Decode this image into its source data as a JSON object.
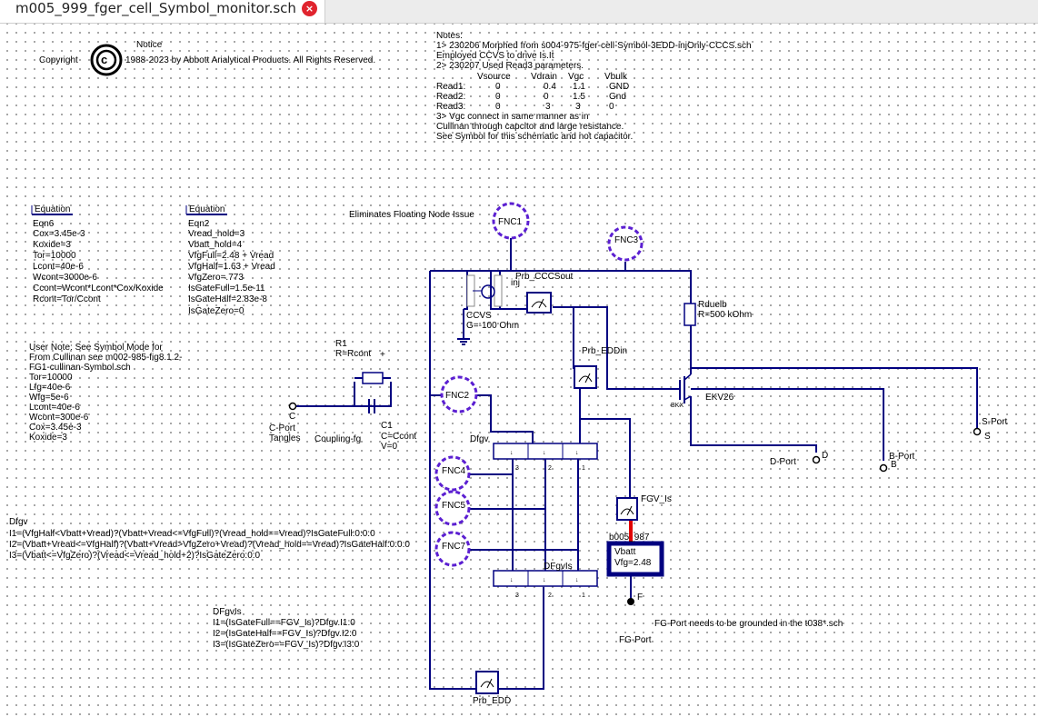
{
  "tab": {
    "title": "m005_999_fger_cell_Symbol_monitor.sch",
    "close_symbol": "×"
  },
  "copyright": {
    "notice": "Notice",
    "label": "Copyright",
    "text": "1988-2023 by Abbott Arialytical Products.  All Rights Reserved."
  },
  "notes": [
    "Notes:",
    "1> 230206 Morphed from s004-975-fger-cell-Symbol-3EDD-injOnly-CCCS.sch",
    "    Employed CCVS to drive Is.It",
    "2>  230207 Used Read3 parameters.",
    "3> Vgc connect in same manner as in",
    "Cullinan through capcitor and large resistance.",
    "See Symbol for this schematic and not capacitor."
  ],
  "read_table": {
    "headers": [
      "Vsource",
      "Vdrain",
      "Vgc",
      "Vbulk"
    ],
    "rows": [
      [
        "Read1:",
        "0",
        "0.4",
        "1.1",
        "GND"
      ],
      [
        "Read2:",
        "0",
        "0",
        "1.5",
        "Gnd"
      ],
      [
        "Read3:",
        "0",
        "3",
        "3",
        "0"
      ]
    ]
  },
  "eq6": {
    "title": "Equation",
    "lines": [
      "Eqn6",
      "Cox=3.45e-3",
      "Koxide=3",
      "Tor=10000",
      "Lcont=40e-6",
      "Wcont=3000e-6",
      "Ccont=Wcont*Lcont*Cox/Koxide",
      "Rcont=Tor/Ccont"
    ]
  },
  "eq2": {
    "title": "Equation",
    "lines": [
      "Eqn2",
      "Vread_hold=3",
      "Vbatt_hold=4",
      "VfgFull=2.48 + Vread",
      "VfgHalf=1.63 + Vread",
      "VfgZero=.773",
      "IsGateFull=1.5e-11",
      "IsGateHalf=2.83e-8",
      "IsGateZero=0"
    ]
  },
  "user_note": {
    "lines": [
      "User Note: See Symbol Mode for",
      "From Cullinan see m002-985-fig8.1.2-",
      "FG1-cullinan-Symbol.sch",
      "Tor=10000",
      "Lfg=40e-6",
      "Wfg=5e-6",
      "Lcont=40e-6",
      "Wcont=300e-6",
      "Cox=3.45e-3",
      "Koxide=3"
    ]
  },
  "dfgv": {
    "lines": [
      "Dfgv",
      "I1=(VfgHalf<Vbatt+Vread)?(Vbatt+Vread<=VfgFull)?(Vread_hold==Vread)?IsGateFull:0:0:0",
      "I2=(Vbatt+Vread<=VfgHalf)?(Vbatt+Vread>VfgZero+Vread)?(Vread_hold==Vread)?IsGateHalf:0:0:0",
      "I3=(Vbatt<=VfgZero)?(Vread<=Vread_hold+2)?IsGateZero:0:0"
    ]
  },
  "dfgvis": {
    "lines": [
      "DFgvIs",
      "I1=(IsGateFull==FGV_Is)?Dfgv.I1:0",
      "I2=(IsGateHalf==FGV_Is)?Dfgv.I2:0",
      "I3=(IsGateZero==FGV_Is)?Dfgv.I3:0"
    ]
  },
  "labels": {
    "float_issue": "Eliminates Floating Node Issue",
    "fnc1": "FNC1",
    "fnc2": "FNC2",
    "fnc3": "FNC3",
    "fnc4": "FNC4",
    "fnc5": "FNC5",
    "fnc7": "FNC7",
    "r1": "R1",
    "r1_val": "R=Rcont",
    "plus": "+",
    "c1": "C1",
    "c1_val": "C=Ccont",
    "c1_v": "V=0",
    "cport_c": "C",
    "cport": "C-Port",
    "tangles": "Tangles",
    "coupling": "Coupling-fg",
    "ccvs": "CCVS",
    "ccvs_g": "G=-100 Ohm",
    "inj": "inj",
    "prb_cccs": "Prb_CCCSout",
    "prb_edd_in": "Prb_EDDin",
    "prb_edd": "Prb_EDD",
    "rduelb": "Rduelb",
    "rduelb_val": "R=500 kOhm",
    "ekv": "EKV26",
    "bkx": "BKX",
    "sport": "S-Port",
    "s": "S",
    "bport": "B-Port",
    "b": "B",
    "dport": "D-Port",
    "d": "D",
    "dfgv_blk": "Dfgv",
    "dfgvis_blk": "DFgvIs",
    "fgv_is": "FGV_Is",
    "b005": "b005_987",
    "vbatt": "Vbatt",
    "vfg": "Vfg=2.48",
    "f": "F",
    "fg_port": "FG-Port",
    "fg_note": "FG-Port needs to be grounded in the t038*.sch",
    "pin3": "3",
    "pin2": "2",
    "pin1": "1"
  }
}
